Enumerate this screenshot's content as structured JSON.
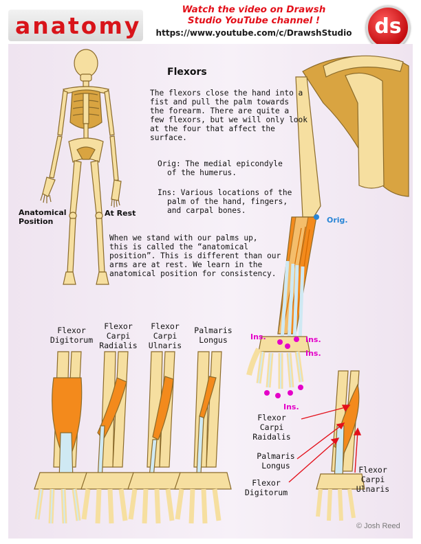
{
  "header": {
    "logo_text": "anatomy",
    "promo_line1": "Watch the video on Drawsh",
    "promo_line2": "Studio YouTube channel !",
    "promo_url": "https://www.youtube.com/c/DrawshStudio",
    "badge_text": "ds"
  },
  "main": {
    "title": "Flexors",
    "intro": [
      "The flexors close the hand into a",
      "fist and pull the palm towards",
      "the forearm.  There are quite a",
      "few flexors, but we will only look",
      "at the four that affect the",
      "surface."
    ],
    "origin": [
      "Orig: The medial epicondyle",
      "of the humerus."
    ],
    "insertion": [
      "Ins: Various locations of the",
      "palm of the hand, fingers,",
      "and carpal bones."
    ],
    "position_note": [
      "When we stand with our palms up,",
      "this is called the “anatomical",
      "position”.  This is different than our",
      "arms are at rest.  We learn in the",
      "anatomical position for consistency."
    ],
    "skeleton_labels": {
      "anatomical": [
        "Anatomical",
        "Position"
      ],
      "rest": "At Rest"
    },
    "arm_labels": {
      "orig": "Orig.",
      "ins_left": "Ins.",
      "ins_right": "Ins.",
      "ins_right2": "Ins.",
      "ins_bottom": "Ins."
    },
    "muscle_columns": [
      {
        "lines": [
          "Flexor",
          "Digitorum"
        ]
      },
      {
        "lines": [
          "Flexor",
          "Carpi",
          "Radialis"
        ]
      },
      {
        "lines": [
          "Flexor",
          "Carpi",
          "Ulnaris"
        ]
      },
      {
        "lines": [
          "Palmaris",
          "Longus"
        ]
      }
    ],
    "annotations": {
      "fcr": [
        "Flexor",
        "Carpi",
        "Raidalis"
      ],
      "pl": [
        "Palmaris",
        "Longus"
      ],
      "fd": [
        "Flexor",
        "Digitorum"
      ],
      "fcu": [
        "Flexor",
        "Carpi",
        "Ulnaris"
      ]
    },
    "copyright": "© Josh Reed"
  },
  "colors": {
    "accent_red": "#e3101a",
    "bone": "#f6dfa0",
    "bone_dark": "#d9a441",
    "muscle": "#f38a1c",
    "tendon": "#cfe9f3",
    "insertion_pink": "#e400c8",
    "origin_blue": "#2a86d6",
    "panel": "#f1e7f2"
  }
}
